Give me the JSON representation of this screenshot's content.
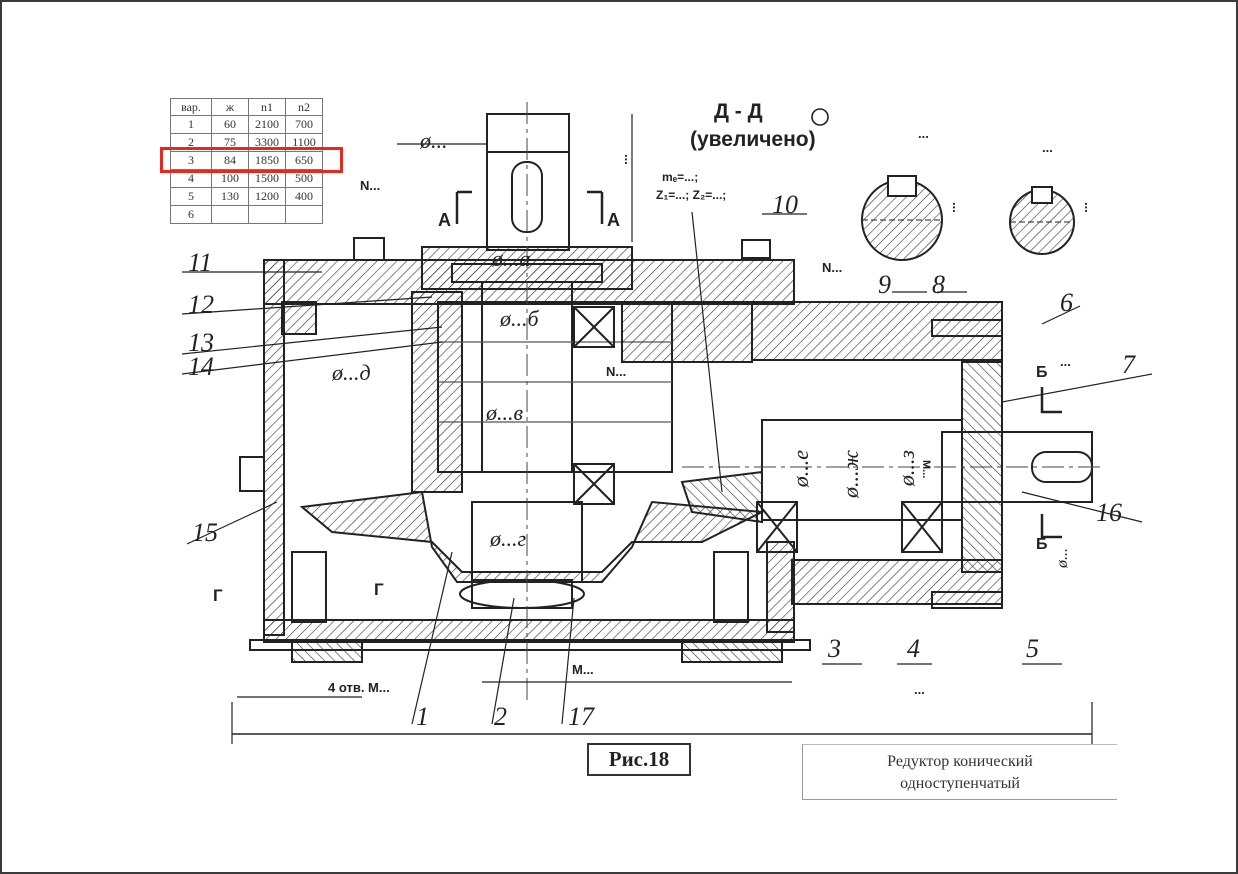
{
  "table": {
    "headers": [
      "вар.",
      "ж",
      "n1",
      "n2"
    ],
    "rows": [
      [
        "1",
        "60",
        "2100",
        "700"
      ],
      [
        "2",
        "75",
        "3300",
        "1100"
      ],
      [
        "3",
        "84",
        "1850",
        "650"
      ],
      [
        "4",
        "100",
        "1500",
        "500"
      ],
      [
        "5",
        "130",
        "1200",
        "400"
      ],
      [
        "6",
        "",
        "",
        ""
      ]
    ],
    "highlight_color": "#e8271e"
  },
  "section_title": "Д - Д",
  "section_note": "(увеличено)",
  "figure_label": "Рис.18",
  "title_block": {
    "line1": "Редуктор конический",
    "line2": "одноступенчатый"
  },
  "part_numbers": [
    "1",
    "2",
    "3",
    "4",
    "5",
    "6",
    "7",
    "8",
    "9",
    "10",
    "11",
    "12",
    "13",
    "14",
    "15",
    "16",
    "17"
  ],
  "labels": {
    "section_a_left": "A",
    "section_a_right": "A",
    "section_b_top": "Б",
    "section_b_bottom": "Б",
    "section_g_left": "Г",
    "section_g_right": "Г",
    "n_top_left": "N...",
    "n_top_right": "N...",
    "n_center": "N...",
    "gear_params_1": "mₑ=...;",
    "gear_params_2": "Z₁=...; Z₂=...;",
    "holes": "4 отв. М...",
    "thread": "М...",
    "dia_top": "ø...",
    "dia_a": "ø...а",
    "dia_b": "ø...б",
    "dia_v": "ø...в",
    "dia_g": "ø...г",
    "dia_d": "ø...д",
    "dia_e": "ø...е",
    "dia_zh": "ø...ж",
    "dia_z": "ø...з",
    "dia_bottom": "ø...",
    "thread_m_vertical": "М...",
    "dots": "..."
  }
}
